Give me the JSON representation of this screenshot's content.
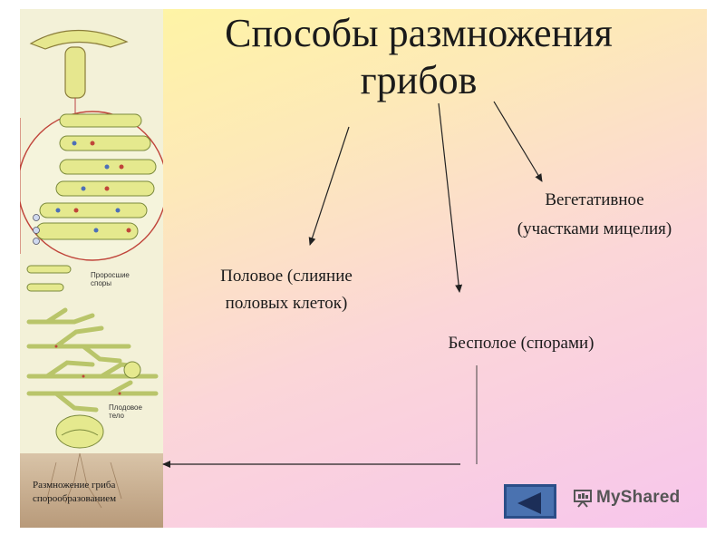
{
  "slide": {
    "title_line1": "Способы размножения",
    "title_line2": "грибов",
    "sexual_line1": "Половое (слияние",
    "sexual_line2": "половых клеток)",
    "vegetative_line1": "Вегетативное",
    "vegetative_line2": "(участками мицелия)",
    "asexual": "Бесполое (спорами)"
  },
  "illustration": {
    "label_spores_line1": "Проросшие",
    "label_spores_line2": "споры",
    "label_body_line1": "Плодовое",
    "label_body_line2": "тело",
    "caption_line1": "Размножение гриба",
    "caption_line2": "спорообразованием"
  },
  "navigation": {
    "back_icon": "left-triangle-icon"
  },
  "watermark": {
    "text": "MyShared",
    "icon": "presentation-board-icon"
  },
  "colors": {
    "gradient_top": "#fff7a0",
    "gradient_bottom": "#f7c6ec",
    "button": "#4a72b0",
    "hypha": "#dde68a"
  }
}
